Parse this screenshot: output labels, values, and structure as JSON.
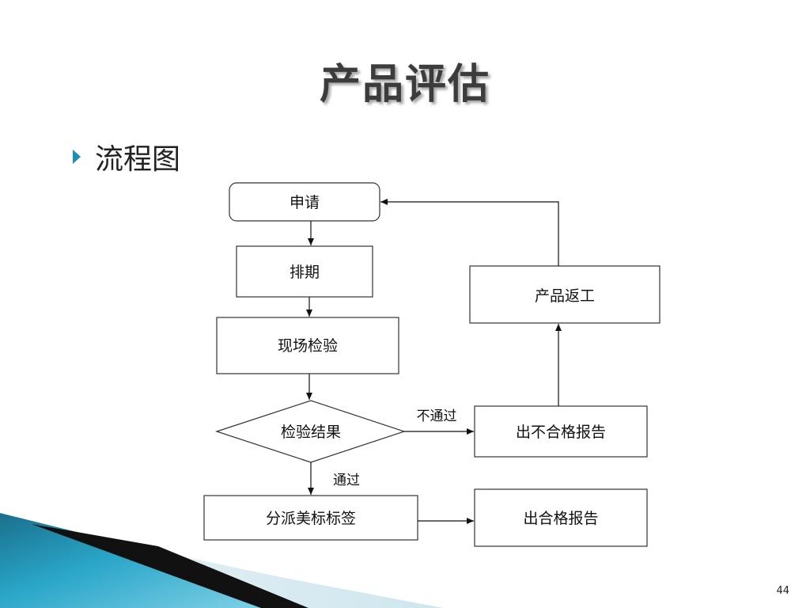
{
  "slide": {
    "title": "产品评估",
    "bullet": "流程图",
    "page_number": "44"
  },
  "colors": {
    "title_text": "#3c3c3c",
    "bullet_marker": "#1f8fb0",
    "node_border": "#333333",
    "decor_teal": "#1f8fb0",
    "decor_dark": "#111111"
  },
  "diagram": {
    "nodes": {
      "apply": "申请",
      "schedule": "排期",
      "inspect": "现场检验",
      "result": "检验结果",
      "label": "分派美标标签",
      "fail_report": "出不合格报告",
      "pass_report": "出合格报告",
      "rework": "产品返工"
    },
    "edges": {
      "not_pass": "不通过",
      "pass": "通过"
    }
  }
}
